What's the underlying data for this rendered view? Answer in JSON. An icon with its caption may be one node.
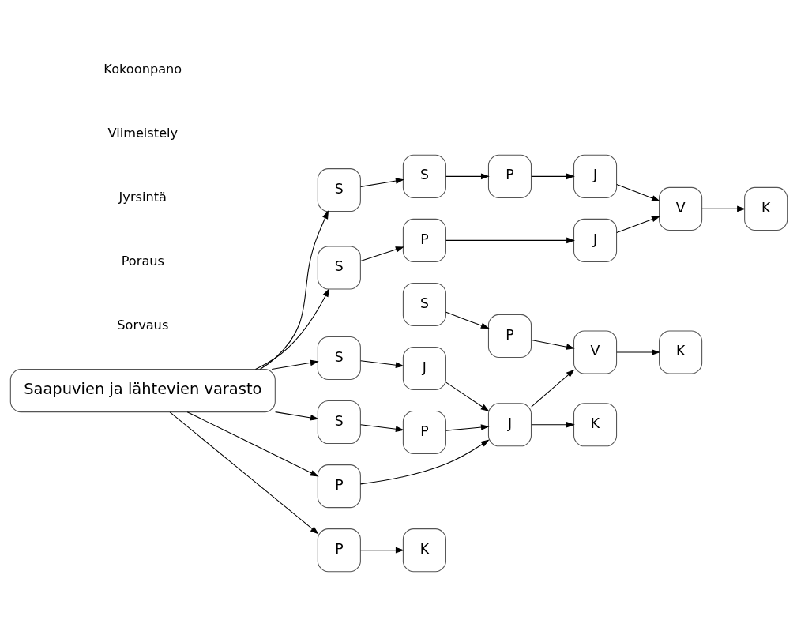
{
  "diagram": {
    "nodes": [
      {
        "text": [
          "P"
        ]
      },
      {
        "text": [
          "P"
        ]
      },
      {
        "text": [
          "J"
        ]
      },
      {
        "text": [
          "J"
        ]
      },
      {
        "text": [
          "S"
        ]
      },
      {
        "text": [
          "S"
        ]
      },
      {
        "text": [
          "P"
        ]
      },
      {
        "text": [
          "P"
        ]
      },
      {
        "text": [
          "J"
        ]
      },
      {
        "text": [
          "J"
        ]
      },
      {
        "text": [
          "S"
        ]
      },
      {
        "text": [
          "S"
        ]
      },
      {
        "text": [
          "P"
        ]
      },
      {
        "text": [
          "P"
        ]
      },
      {
        "text": [
          "V"
        ]
      },
      {
        "text": [
          "V"
        ]
      },
      {
        "text": [
          "S"
        ]
      },
      {
        "text": [
          "S"
        ]
      },
      {
        "text": [
          "K"
        ]
      },
      {
        "text": [
          "K"
        ]
      },
      {
        "text": [
          "Saapuvien ja lähtevien varasto"
        ]
      },
      {
        "text": [
          "K"
        ]
      },
      {
        "text": [
          "K"
        ]
      }
    ],
    "edges": [
      {
        "from": 20,
        "to": 10,
        "arrow": "to"
      },
      {
        "from": 20,
        "to": 16,
        "arrow": "to"
      },
      {
        "from": 20,
        "to": 17,
        "arrow": "to"
      },
      {
        "from": 20,
        "to": 5,
        "arrow": "to"
      },
      {
        "from": 16,
        "to": 1,
        "arrow": "to"
      },
      {
        "from": 10,
        "to": 4,
        "arrow": "to"
      },
      {
        "from": 4,
        "to": 0,
        "arrow": "to"
      },
      {
        "from": 5,
        "to": 2,
        "arrow": "to"
      },
      {
        "from": 11,
        "to": 7,
        "arrow": "to"
      },
      {
        "from": 17,
        "to": 6,
        "arrow": "to"
      },
      {
        "from": 20,
        "to": 12,
        "arrow": "to"
      },
      {
        "from": 20,
        "to": 13,
        "arrow": "to"
      },
      {
        "from": 0,
        "to": 3,
        "arrow": "to"
      },
      {
        "from": 1,
        "to": 9,
        "arrow": "to"
      },
      {
        "from": 6,
        "to": 8,
        "arrow": "to"
      },
      {
        "from": 7,
        "to": 14,
        "arrow": "to"
      },
      {
        "from": 12,
        "to": 8,
        "arrow": "to"
      },
      {
        "from": 13,
        "to": 19,
        "arrow": "to"
      },
      {
        "from": 2,
        "to": 8,
        "arrow": "to"
      },
      {
        "from": 8,
        "to": 14,
        "arrow": "to"
      },
      {
        "from": 8,
        "to": 21,
        "arrow": "to"
      },
      {
        "from": 3,
        "to": 15,
        "arrow": "to"
      },
      {
        "from": 9,
        "to": 15,
        "arrow": "to"
      },
      {
        "from": 14,
        "to": 18,
        "arrow": "to"
      },
      {
        "from": 15,
        "to": 22,
        "arrow": "to"
      }
    ],
    "labels": [
      "Sorvaus",
      "Poraus",
      "Jyrsintä",
      "Viimeistely",
      "Kokoonpano"
    ]
  }
}
